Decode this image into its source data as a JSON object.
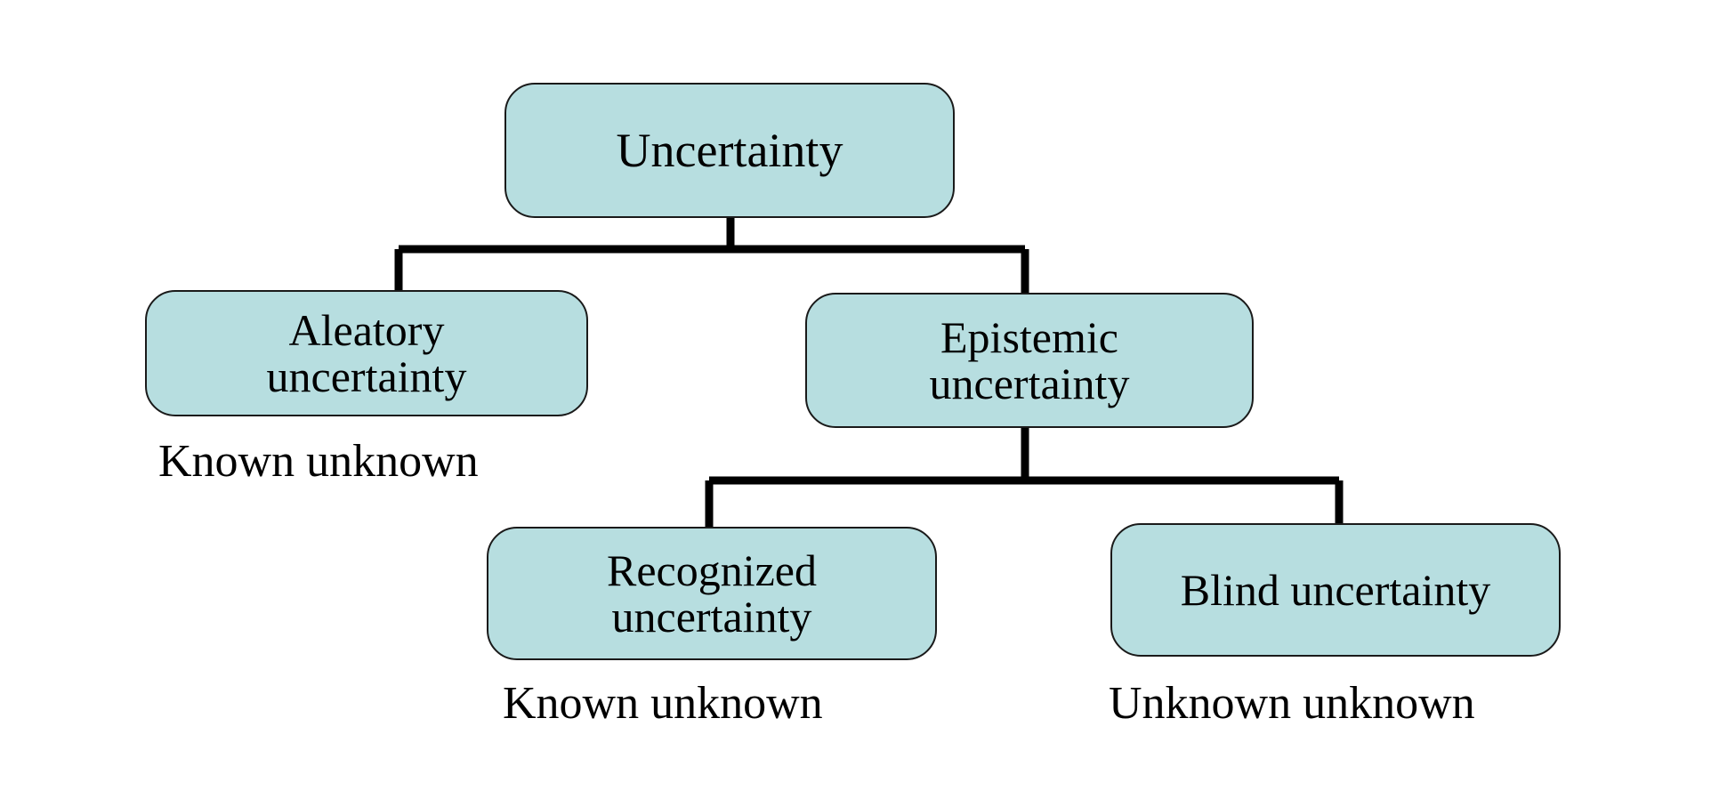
{
  "diagram": {
    "title": "Uncertainty",
    "background_color": "#ffffff",
    "node_fill_color": "#b7dee0",
    "node_border_color": "#1a1a1a",
    "edge_color": "#000000",
    "text_color": "#000000",
    "nodes": {
      "root": {
        "label": "Uncertainty"
      },
      "aleatory": {
        "label": "Aleatory\nuncertainty"
      },
      "epistemic": {
        "label": "Epistemic\nuncertainty"
      },
      "recognized": {
        "label": "Recognized\nuncertainty"
      },
      "blind": {
        "label": "Blind uncertainty"
      }
    },
    "captions": {
      "aleatory": "Known unknown",
      "recognized": "Known unknown",
      "blind": "Unknown unknown"
    }
  }
}
